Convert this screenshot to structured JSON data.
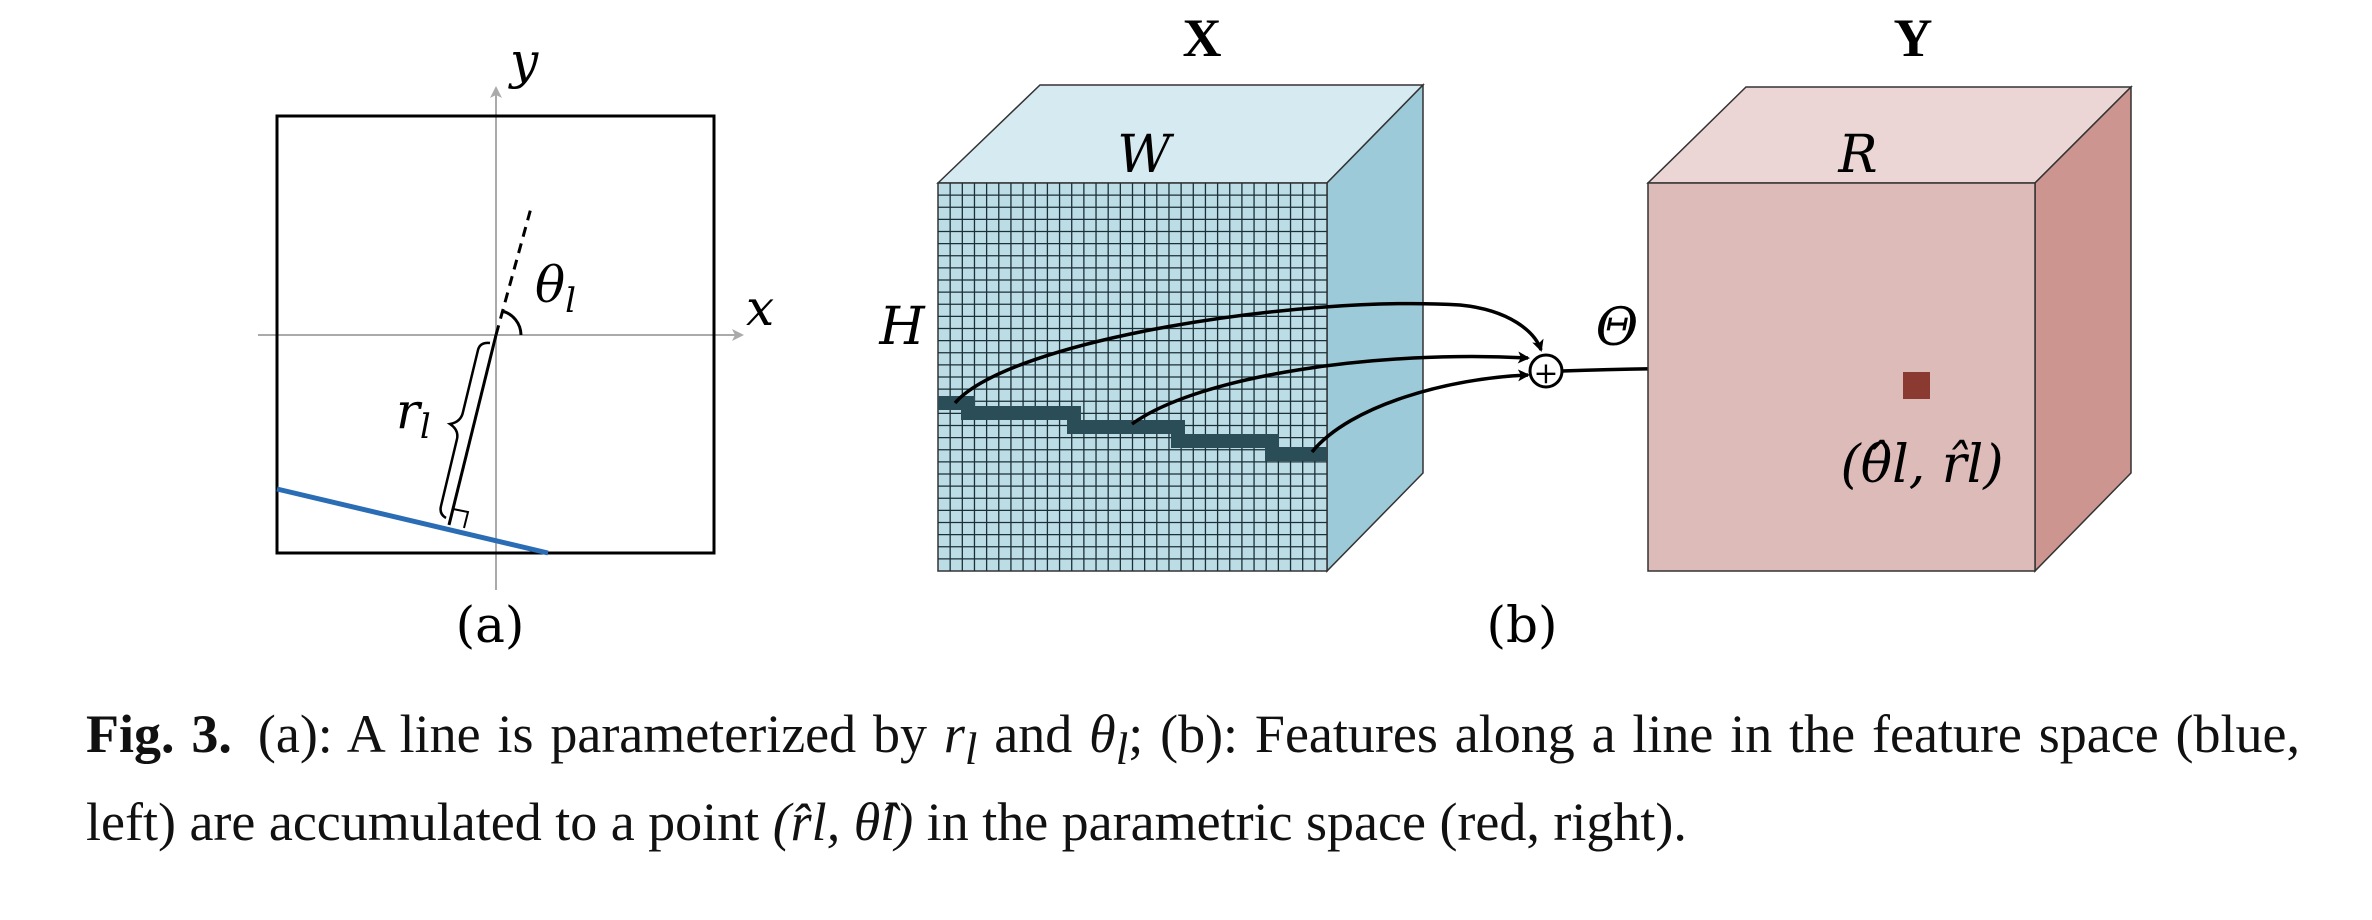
{
  "panel_a": {
    "axis_x": "x",
    "axis_y": "y",
    "theta": "θ",
    "theta_sub": "l",
    "r": "r",
    "r_sub": "l",
    "sublabel": "(a)"
  },
  "panel_b": {
    "input_title": "X",
    "output_title": "Y",
    "width_label": "W",
    "height_label": "H",
    "radius_label": "R",
    "angle_label": "Θ",
    "sum_symbol": "+",
    "point_label": "(θ̂l, r̂l)",
    "sublabel": "(b)"
  },
  "colors": {
    "feature_front": "#bcdde6",
    "feature_top": "#d6eaf1",
    "feature_side": "#9dcad8",
    "param_front": "#ddbbb9",
    "param_top": "#ebd6d5",
    "param_side": "#cc958f",
    "line_blue": "#2a6db5",
    "feature_line": "#2b4d57",
    "point": "#8b3a32"
  },
  "caption": {
    "label": "Fig. 3.",
    "part1": "(a): A line is parameterized by ",
    "r_sym": "r",
    "and": " and ",
    "theta_sym": "θ",
    "part2": "; (b): Features along a line in the feature space (blue, left) are accumulated to a point ",
    "point": "(r̂l, θ̂l)",
    "part3": " in the parametric space (red, right)."
  }
}
